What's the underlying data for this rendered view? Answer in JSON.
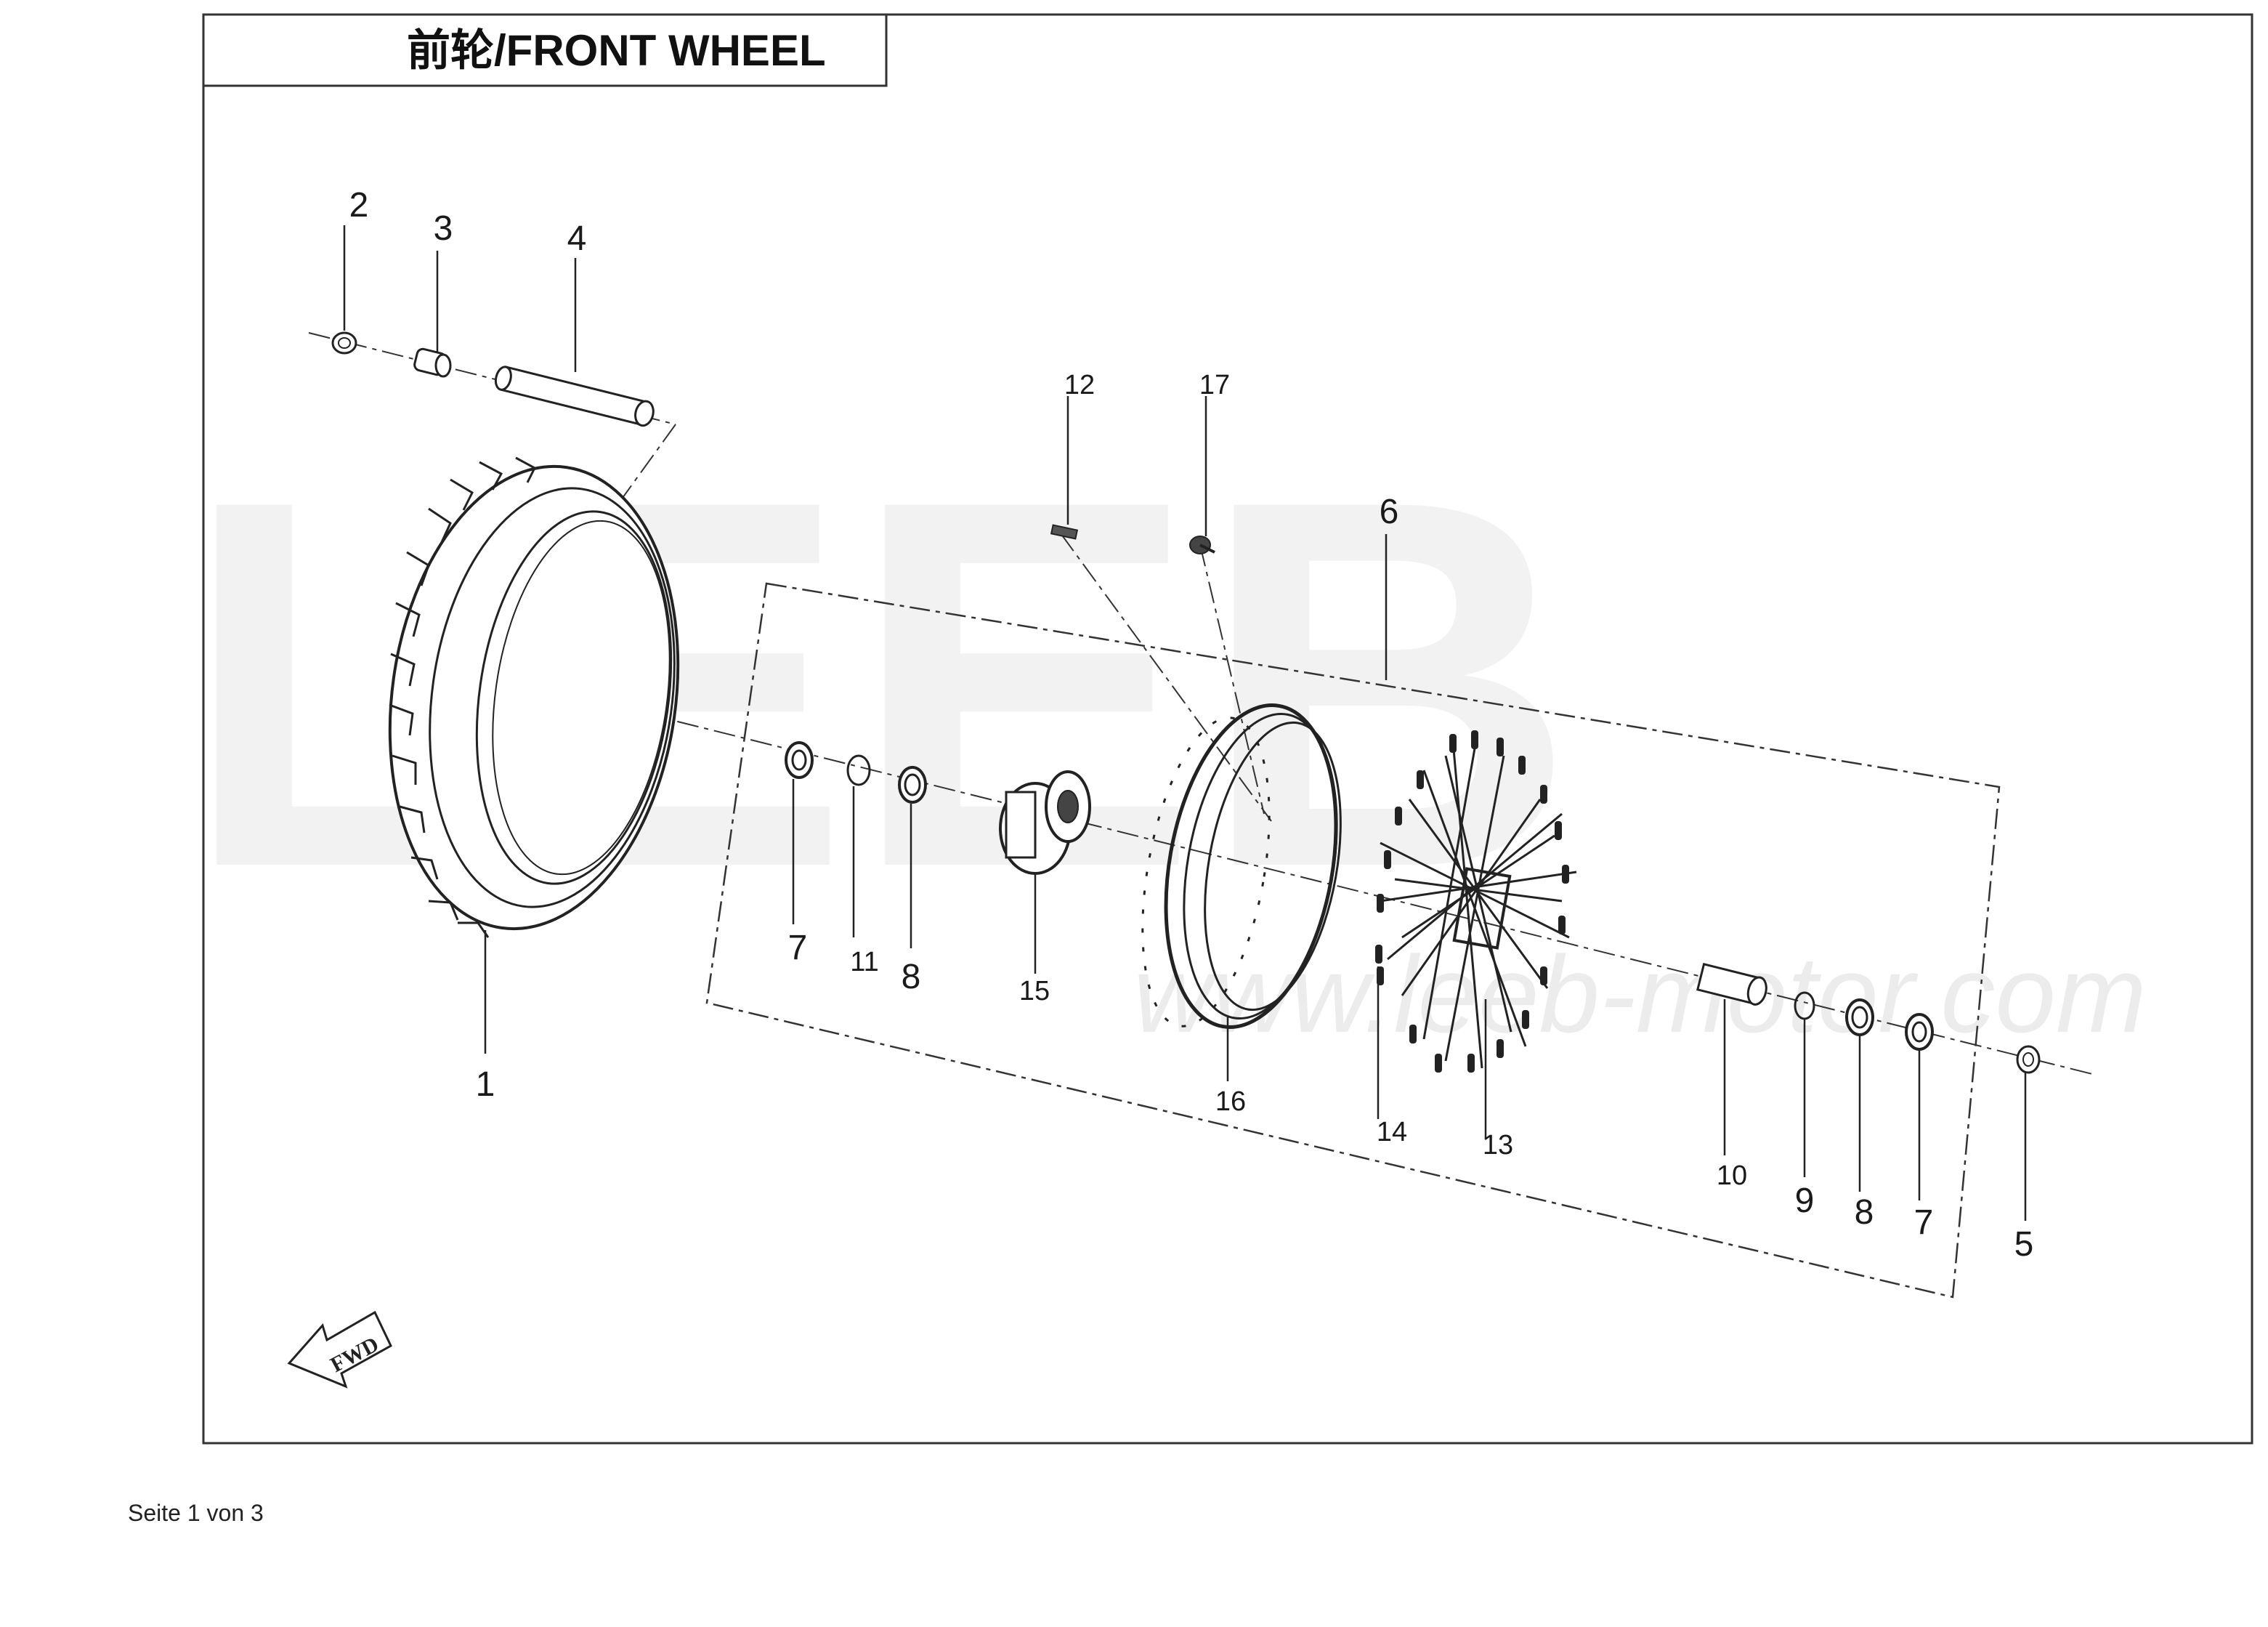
{
  "title": "前轮/FRONT WHEEL",
  "watermark": {
    "brand": "LEEB",
    "url": "www.leeb-motor.com"
  },
  "fwd_label": "FWD",
  "footer": "Seite 1 von 3",
  "callouts": {
    "c1": "1",
    "c2": "2",
    "c3": "3",
    "c4": "4",
    "c5": "5",
    "c6": "6",
    "c7a": "7",
    "c7b": "7",
    "c8a": "8",
    "c8b": "8",
    "c9": "9",
    "c10": "10",
    "c11": "11",
    "c12": "12",
    "c13": "13",
    "c14": "14",
    "c15": "15",
    "c16": "16",
    "c17": "17"
  },
  "colors": {
    "line": "#1a1a1a",
    "frame": "#333333",
    "watermark": "#f2f2f2"
  }
}
